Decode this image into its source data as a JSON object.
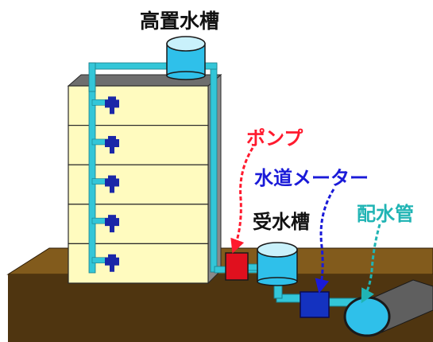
{
  "labels": {
    "elevated_tank": "高置水槽",
    "pump": "ポンプ",
    "water_meter": "水道メーター",
    "receiving_tank": "受水槽",
    "distribution_pipe": "配水管"
  },
  "colors": {
    "building_face": "#fffbbf",
    "building_side": "#8a8a8a",
    "building_roof": "#6e6e6e",
    "ground_top": "#825b1c",
    "ground_front": "#4f3510",
    "pipe": "#33c6d8",
    "tank_water": "#2fc0ea",
    "tap": "#1a26a8",
    "pump": "#e0101e",
    "meter": "#1432c0",
    "main_pipe": "#5f5f5f",
    "label_pump": "#ff1a2e",
    "label_meter": "#1a1ad8",
    "label_main": "#20b4b4",
    "label_default": "#111111"
  },
  "floors": 5
}
